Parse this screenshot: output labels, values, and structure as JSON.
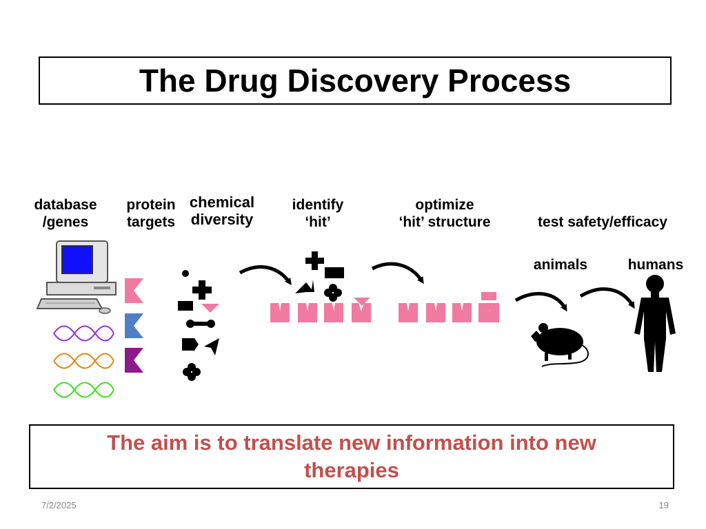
{
  "title": "The Drug Discovery Process",
  "stages": {
    "database": {
      "line1": "database",
      "line2": "/genes"
    },
    "protein": {
      "line1": "protein",
      "line2": "targets"
    },
    "chemical": {
      "line1": "chemical",
      "line2": "diversity"
    },
    "identify": {
      "line1": "identify",
      "line2": "‘hit’"
    },
    "optimize": {
      "line1": "optimize",
      "line2": "‘hit’ structure"
    },
    "test": {
      "line1": "test safety/efficacy"
    }
  },
  "sublabels": {
    "animals": "animals",
    "humans": "humans"
  },
  "aim": {
    "line1": "The aim is to translate new information into new",
    "line2": "therapies"
  },
  "footer": {
    "date": "7/2/2025",
    "page": "19"
  },
  "colors": {
    "pink": "#f07aa0",
    "blue": "#4f7fc4",
    "purple": "#8b1a8b",
    "aim_text": "#c0504d",
    "dna_purple": "#9b30d9",
    "dna_orange": "#e08a10",
    "dna_green": "#44dd22"
  },
  "icons": [
    "computer-icon",
    "dna-helix-icon",
    "protein-target-icon",
    "chemical-compound-icon",
    "arrow-icon",
    "mouse-icon",
    "human-figure-icon"
  ]
}
